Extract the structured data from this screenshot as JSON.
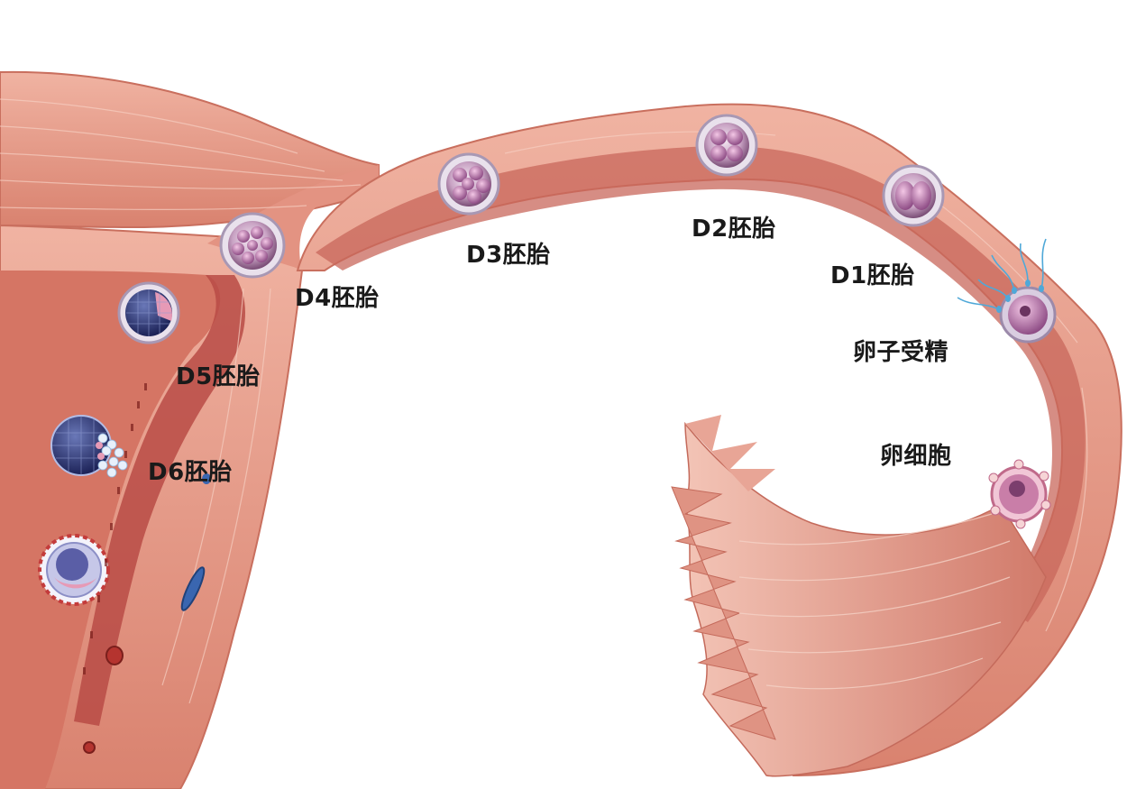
{
  "labels": {
    "d1": "D1胚胎",
    "d2": "D2胚胎",
    "d3": "D3胚胎",
    "d4": "D4胚胎",
    "d5": "D5胚胎",
    "d6": "D6胚胎",
    "fertilization": "卵子受精",
    "egg": "卵细胞"
  },
  "colors": {
    "tissue": "#e59f8e",
    "tissue_light": "#f2c0b2",
    "lumen": "#c46458",
    "lumen_dark": "#9e3b36",
    "embryo_shell": "#e8dde8",
    "embryo_cell": "#a86a9a",
    "blastocyst": "#2d3570",
    "sperm": "#4fa8d8",
    "label": "#1a1a1a"
  }
}
